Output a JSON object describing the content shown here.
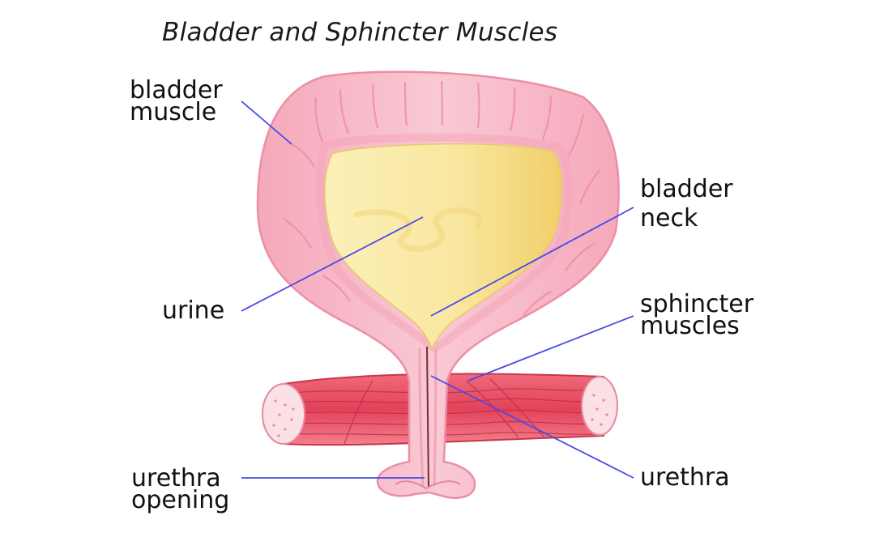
{
  "title": "Bladder and Sphincter Muscles",
  "labels": {
    "bladder_muscle": [
      "bladder",
      "muscle"
    ],
    "bladder_neck": [
      "bladder",
      "neck"
    ],
    "urine": [
      "urine"
    ],
    "sphincter_muscles": [
      "sphincter",
      "muscles"
    ],
    "urethra_opening": [
      "urethra",
      "opening"
    ],
    "urethra": [
      "urethra"
    ]
  },
  "colors": {
    "bladder_wall": "#f7b8c6",
    "bladder_wall_edge": "#ec8fa6",
    "urine": "#f9e7a0",
    "sphincter_muscle": "#e8495c",
    "leader_line": "#4a4ae8",
    "text": "#111111"
  }
}
